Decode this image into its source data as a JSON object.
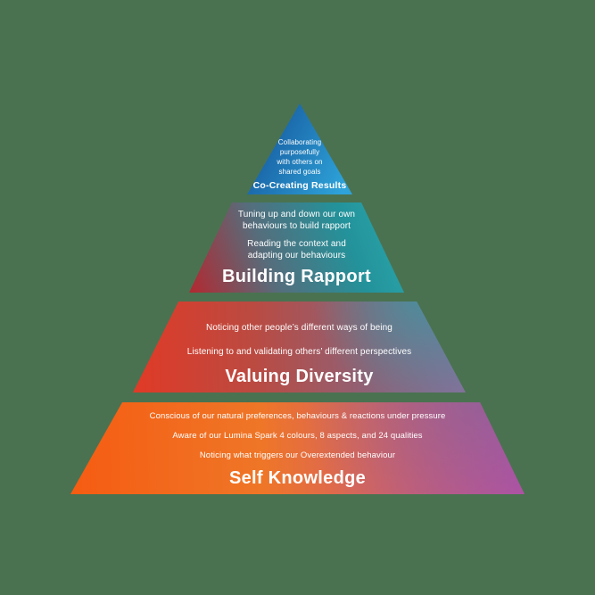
{
  "background_color": "#4a7251",
  "text_color": "#ffffff",
  "pyramid": {
    "tiers": [
      {
        "id": "co-creating-results",
        "title": "Co-Creating Results",
        "paragraphs": [
          [
            "Collaborating",
            "purposefully",
            "with others on",
            "shared goals"
          ]
        ],
        "colors": {
          "c1": "#15569b",
          "c4": "#2ea3d9"
        }
      },
      {
        "id": "building-rapport",
        "title": "Building Rapport",
        "paragraphs": [
          [
            "Tuning up and down our own",
            "behaviours to build rapport"
          ],
          [
            "Reading the context and",
            "adapting our behaviours"
          ]
        ],
        "colors": {
          "c1": "#ae2c34",
          "c2": "#566d7c",
          "c3": "#23929a",
          "c4": "#2ca8ad"
        }
      },
      {
        "id": "valuing-diversity",
        "title": "Valuing Diversity",
        "paragraphs": [
          [
            "Noticing other people’s different ways of being"
          ],
          [
            "Listening to and validating others’ different perspectives"
          ]
        ],
        "colors": {
          "c1": "#de3b28",
          "c2": "#bb4a41",
          "c3": "#8c6379",
          "c4": "#837199",
          "tint": "rgba(60,150,160,0.8)"
        }
      },
      {
        "id": "self-knowledge",
        "title": "Self Knowledge",
        "paragraphs": [
          [
            "Conscious of our natural preferences, behaviours & reactions under pressure"
          ],
          [
            "Aware of our Lumina Spark 4 colours, 8 aspects, and 24 qualities"
          ],
          [
            "Noticing what triggers our Overextended behaviour"
          ]
        ],
        "colors": {
          "c1": "#f55d13",
          "c2": "#ef7627",
          "c3": "#ce5d72",
          "c4": "#bc4da6",
          "tint": "rgba(125,103,152,0.65)"
        }
      }
    ]
  }
}
